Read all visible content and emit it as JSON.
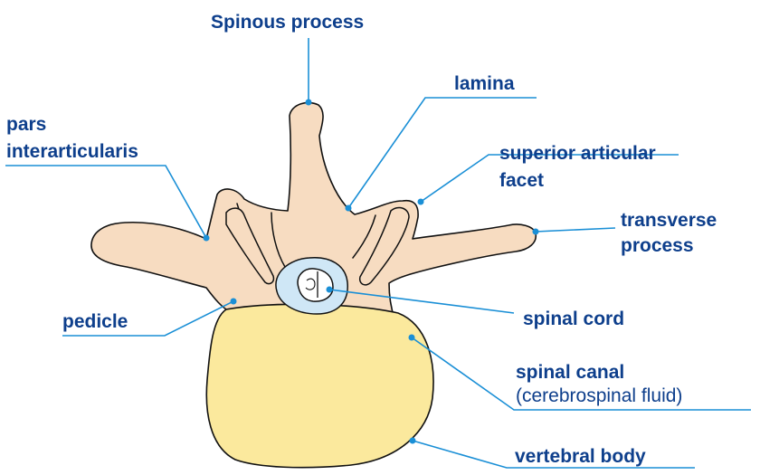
{
  "labels": {
    "spinous_process": "Spinous process",
    "lamina": "lamina",
    "pars_line1": "pars",
    "pars_line2": "interarticularis",
    "superior_articular_line1": "superior articular",
    "superior_articular_line2": "facet",
    "transverse_line1": "transverse",
    "transverse_line2": "process",
    "pedicle": "pedicle",
    "spinal_cord": "spinal cord",
    "spinal_canal": "spinal canal",
    "spinal_canal_note": "(cerebrospinal fluid)",
    "vertebral_body": "vertebral body"
  },
  "colors": {
    "label_text": "#0e3f8c",
    "leader_line": "#1a8fd6",
    "bone_fill": "#f7dcc1",
    "bone_outline": "#111111",
    "body_fill": "#fbe99d",
    "canal_fill": "#cfe7f6",
    "cord_fill": "#ffffff"
  }
}
